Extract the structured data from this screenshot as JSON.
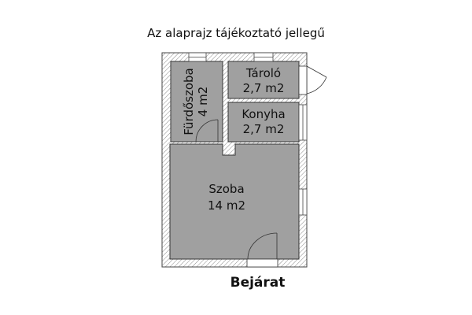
{
  "title": "Az alaprajz tájékoztató jellegű",
  "entrance_label": "Bejárat",
  "rooms": [
    {
      "name": "Fürdőszoba",
      "area": "4 m2"
    },
    {
      "name": "Tároló",
      "area": "2,7 m2"
    },
    {
      "name": "Konyha",
      "area": "2,7 m2"
    },
    {
      "name": "Szoba",
      "area": "14 m2"
    }
  ],
  "colors": {
    "room_fill": "#a0a0a0",
    "wall_hatch": "#777777"
  }
}
